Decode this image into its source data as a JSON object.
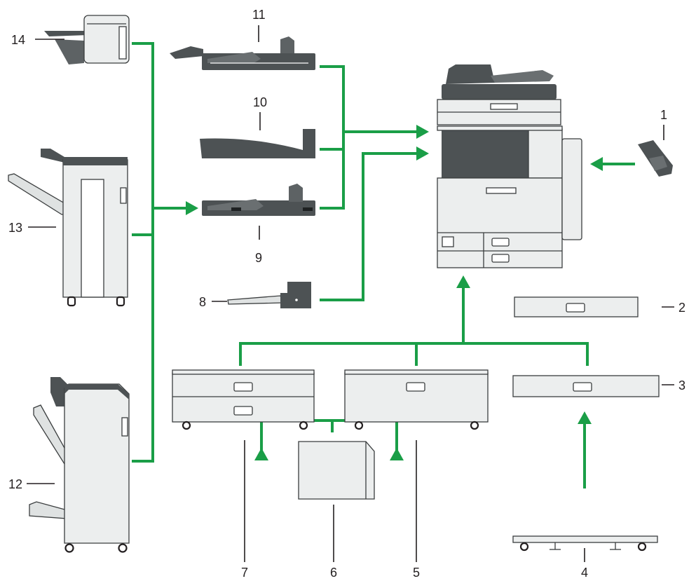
{
  "colors": {
    "connector": "#1a9e47",
    "device_dark": "#4d5254",
    "device_light": "#eceeee",
    "label": "#231f20"
  },
  "labels": {
    "l1": "1",
    "l2": "2",
    "l3": "3",
    "l4": "4",
    "l5": "5",
    "l6": "6",
    "l7": "7",
    "l8": "8",
    "l9": "9",
    "l10": "10",
    "l11": "11",
    "l12": "12",
    "l13": "13",
    "l14": "14"
  }
}
